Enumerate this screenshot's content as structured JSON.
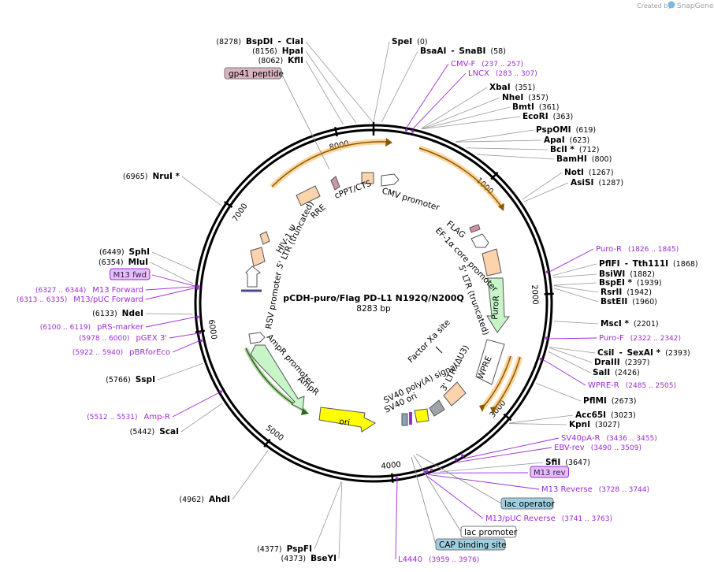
{
  "credit": {
    "created_by": "Created by",
    "brand": "SnapGene"
  },
  "plasmid": {
    "name": "pCDH-puro/Flag PD-L1 N192Q/N200Q",
    "length": "8283 bp",
    "total_bp": 8283
  },
  "ticks": [
    {
      "label": "1000",
      "bp": 1000
    },
    {
      "label": "2000",
      "bp": 2000
    },
    {
      "label": "3000",
      "bp": 3000
    },
    {
      "label": "4000",
      "bp": 4000
    },
    {
      "label": "5000",
      "bp": 5000
    },
    {
      "label": "6000",
      "bp": 6000
    },
    {
      "label": "7000",
      "bp": 7000
    },
    {
      "label": "8000",
      "bp": 8000
    }
  ],
  "enzymes": [
    {
      "name": "BspDI",
      "name2": "ClaI",
      "pos": "(8278)",
      "bp": 8278
    },
    {
      "name": "HpaI",
      "pos": "(8156)",
      "bp": 8156
    },
    {
      "name": "KflI",
      "pos": "(8062)",
      "bp": 8062
    },
    {
      "name": "SpeI",
      "pos": "(0)",
      "bp": 0
    },
    {
      "name": "BsaAI",
      "name2": "SnaBI",
      "pos": "(58)",
      "bp": 58
    },
    {
      "name": "XbaI",
      "pos": "(351)",
      "bp": 351
    },
    {
      "name": "NheI",
      "pos": "(357)",
      "bp": 357
    },
    {
      "name": "BmtI",
      "pos": "(361)",
      "bp": 361
    },
    {
      "name": "EcoRI",
      "pos": "(363)",
      "bp": 363
    },
    {
      "name": "PspOMI",
      "pos": "(619)",
      "bp": 619
    },
    {
      "name": "ApaI",
      "pos": "(623)",
      "bp": 623
    },
    {
      "name": "BclI *",
      "pos": "(712)",
      "bp": 712
    },
    {
      "name": "BamHI",
      "pos": "(800)",
      "bp": 800
    },
    {
      "name": "NotI",
      "pos": "(1267)",
      "bp": 1267
    },
    {
      "name": "AsiSI",
      "pos": "(1287)",
      "bp": 1287
    },
    {
      "name": "PflFI",
      "name2": "Tth111I",
      "pos": "(1868)",
      "bp": 1868
    },
    {
      "name": "BsiWI",
      "pos": "(1882)",
      "bp": 1882
    },
    {
      "name": "BspEI *",
      "pos": "(1939)",
      "bp": 1939
    },
    {
      "name": "RsrII",
      "pos": "(1942)",
      "bp": 1942
    },
    {
      "name": "BstEII",
      "pos": "(1960)",
      "bp": 1960
    },
    {
      "name": "MscI *",
      "pos": "(2201)",
      "bp": 2201
    },
    {
      "name": "CsiI",
      "name2": "SexAI *",
      "pos": "(2393)",
      "bp": 2393
    },
    {
      "name": "DraIII",
      "pos": "(2397)",
      "bp": 2397
    },
    {
      "name": "SalI",
      "pos": "(2426)",
      "bp": 2426
    },
    {
      "name": "PflMI",
      "pos": "(2673)",
      "bp": 2673
    },
    {
      "name": "Acc65I",
      "pos": "(3023)",
      "bp": 3023
    },
    {
      "name": "KpnI",
      "pos": "(3027)",
      "bp": 3027
    },
    {
      "name": "SfiI",
      "pos": "(3647)",
      "bp": 3647
    },
    {
      "name": "BseYI",
      "pos": "(4373)",
      "bp": 4373
    },
    {
      "name": "PspFI",
      "pos": "(4377)",
      "bp": 4377
    },
    {
      "name": "AhdI",
      "pos": "(4962)",
      "bp": 4962
    },
    {
      "name": "ScaI",
      "pos": "(5442)",
      "bp": 5442
    },
    {
      "name": "SspI",
      "pos": "(5766)",
      "bp": 5766
    },
    {
      "name": "NdeI",
      "pos": "(6133)",
      "bp": 6133
    },
    {
      "name": "MluI",
      "pos": "(6354)",
      "bp": 6354
    },
    {
      "name": "SphI",
      "pos": "(6449)",
      "bp": 6449
    },
    {
      "name": "NruI *",
      "pos": "(6965)",
      "bp": 6965
    }
  ],
  "primers": [
    {
      "name": "CMV-F",
      "pos": "(237 .. 257)",
      "bp": 247
    },
    {
      "name": "LNCX",
      "pos": "(283 .. 307)",
      "bp": 295
    },
    {
      "name": "Puro-R",
      "pos": "(1826 .. 1845)",
      "bp": 1835
    },
    {
      "name": "Puro-F",
      "pos": "(2322 .. 2342)",
      "bp": 2332
    },
    {
      "name": "WPRE-R",
      "pos": "(2485 .. 2505)",
      "bp": 2495
    },
    {
      "name": "SV40pA-R",
      "pos": "(3436 .. 3455)",
      "bp": 3445
    },
    {
      "name": "EBV-rev",
      "pos": "(3490 .. 3509)",
      "bp": 3500
    },
    {
      "name": "M13 rev",
      "pos": "",
      "bp": 3700,
      "boxed": true
    },
    {
      "name": "M13 Reverse",
      "pos": "(3728 .. 3744)",
      "bp": 3736
    },
    {
      "name": "M13/pUC Reverse",
      "pos": "(3741 .. 3763)",
      "bp": 3752
    },
    {
      "name": "L4440",
      "pos": "(3959 .. 3976)",
      "bp": 3968
    },
    {
      "name": "Amp-R",
      "pos": "(5512 .. 5531)",
      "bp": 5521
    },
    {
      "name": "pBRforEco",
      "pos": "(5922 .. 5940)",
      "bp": 5931
    },
    {
      "name": "pGEX 3'",
      "pos": "(5978 .. 6000)",
      "bp": 5989
    },
    {
      "name": "pRS-marker",
      "pos": "(6100 .. 6119)",
      "bp": 6110
    },
    {
      "name": "M13/pUC Forward",
      "pos": "(6313 .. 6335)",
      "bp": 6324
    },
    {
      "name": "M13 Forward",
      "pos": "(6327 .. 6344)",
      "bp": 6335
    },
    {
      "name": "M13 fwd",
      "pos": "",
      "bp": 6340,
      "boxed": true
    }
  ],
  "feature_boxes": [
    {
      "name": "gp41 peptide",
      "bp": 8120,
      "color": "#d9b3c0"
    },
    {
      "name": "lac operator",
      "bp": 3790,
      "color": "#9ecfe0"
    },
    {
      "name": "lac promoter",
      "bp": 3830,
      "color": "#ffffff"
    },
    {
      "name": "CAP binding site",
      "bp": 3880,
      "color": "#9ecfe0"
    }
  ],
  "inner_features": [
    {
      "name": "cPPT/CTS"
    },
    {
      "name": "CMV promoter"
    },
    {
      "name": "FLAG"
    },
    {
      "name": "EF-1α core promoter"
    },
    {
      "name": "5' LTR (truncated)"
    },
    {
      "name": "PuroR"
    },
    {
      "name": "WPRE"
    },
    {
      "name": "3' LTR (ΔU3)"
    },
    {
      "name": "SV40 poly(A) signal"
    },
    {
      "name": "SV40 ori"
    },
    {
      "name": "Factor Xa site"
    },
    {
      "name": "ori"
    },
    {
      "name": "AmpR"
    },
    {
      "name": "AmpR promoter"
    },
    {
      "name": "RSV promoter"
    },
    {
      "name": "5' LTR (truncated)"
    },
    {
      "name": "HIV-1 Ψ"
    },
    {
      "name": "RRE"
    }
  ],
  "colors": {
    "primer": "#9d2bd6",
    "orf_orange": "#f7b04a",
    "ampr_green": "#6aa84f",
    "ori_yellow": "#ffff00",
    "promoter": "#ffffff",
    "pale_orange": "#fbd3ad"
  }
}
